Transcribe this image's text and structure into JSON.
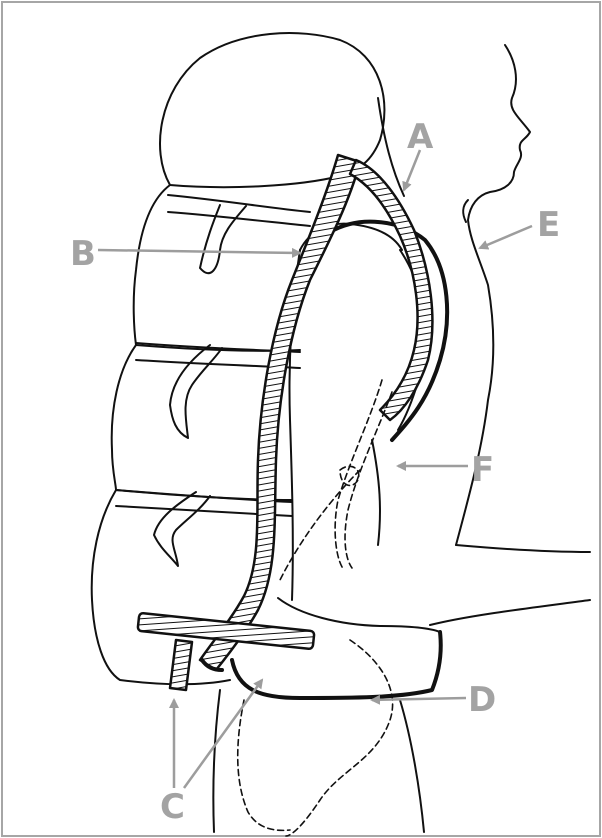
{
  "labels": {
    "a": "A",
    "b": "B",
    "c": "C",
    "d": "D",
    "e": "E",
    "f": "F"
  },
  "colors": {
    "line_art": "#111111",
    "callout": "#a3a3a3",
    "frame": "#a6a6a6",
    "background": "#ffffff"
  }
}
